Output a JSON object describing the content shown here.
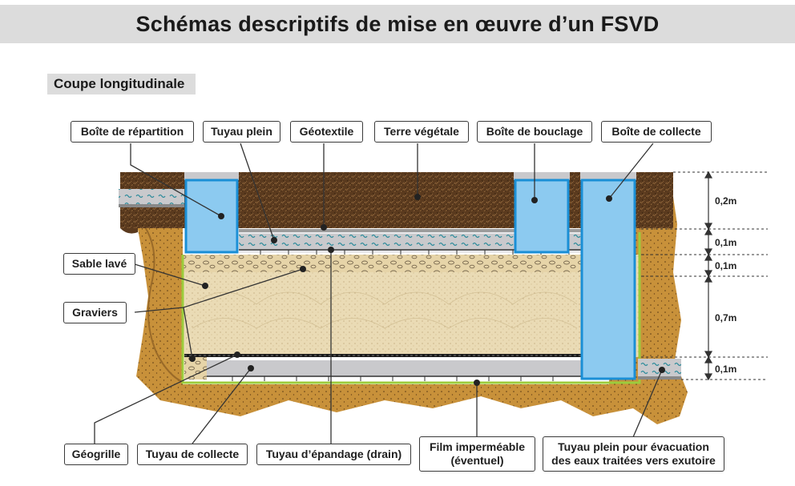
{
  "title": "Schémas descriptifs de mise en œuvre d’un FSVD",
  "subtitle": "Coupe longitudinale",
  "labels": {
    "boite_repartition": "Boîte de répartition",
    "tuyau_plein": "Tuyau plein",
    "geotextile": "Géotextile",
    "terre_vegetale": "Terre végétale",
    "boite_bouclage": "Boîte de bouclage",
    "boite_collecte": "Boîte de collecte",
    "sable_lave": "Sable lavé",
    "graviers": "Graviers",
    "geogrille": "Géogrille",
    "tuyau_collecte": "Tuyau de collecte",
    "tuyau_epandage": "Tuyau d’épandage (drain)",
    "film_line1": "Film imperméable",
    "film_line2": "(éventuel)",
    "evac_line1": "Tuyau plein pour évacuation",
    "evac_line2": "des eaux traitées vers exutoire"
  },
  "dimensions": {
    "d1": "0,2m",
    "d2": "0,1m",
    "d3": "0,1m",
    "d4": "0,7m",
    "d5": "0,1m"
  },
  "colors": {
    "topsoil": "#5a3a1e",
    "ground": "#c8913a",
    "sand": "#eadbb5",
    "box_blue": "#8ccaf0",
    "box_border": "#1a8fd6",
    "pipe_grey": "#c9c9cc",
    "film_green": "#9ccc3c"
  }
}
